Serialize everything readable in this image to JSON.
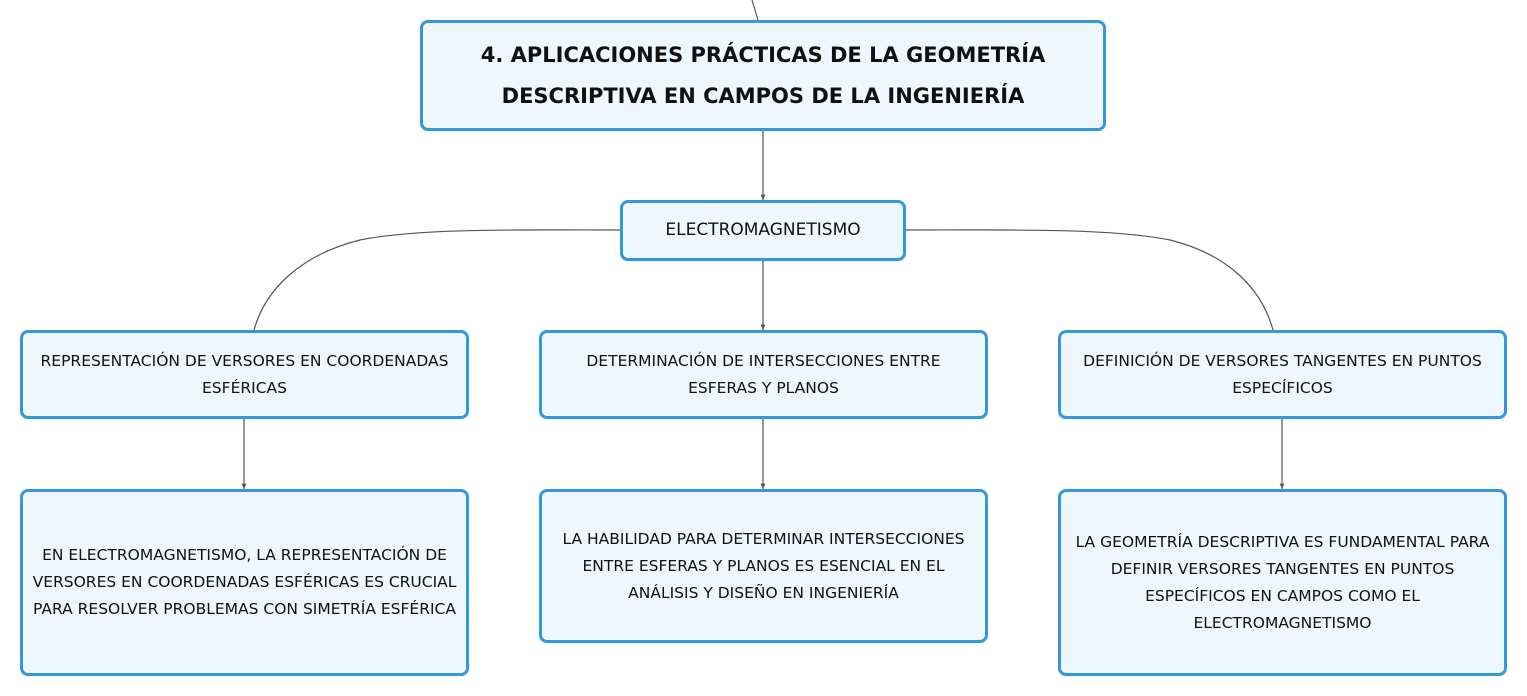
{
  "root": {
    "title": "4. APLICACIONES PRÁCTICAS DE LA GEOMETRÍA DESCRIPTIVA EN CAMPOS DE LA INGENIERÍA"
  },
  "topic": {
    "label": "ELECTROMAGNETISMO"
  },
  "branches": [
    {
      "title": "REPRESENTACIÓN DE VERSORES EN COORDENADAS ESFÉRICAS",
      "detail": "EN ELECTROMAGNETISMO, LA REPRESENTACIÓN DE VERSORES EN COORDENADAS ESFÉRICAS ES CRUCIAL PARA RESOLVER PROBLEMAS CON SIMETRÍA ESFÉRICA"
    },
    {
      "title": "DETERMINACIÓN DE INTERSECCIONES ENTRE ESFERAS Y PLANOS",
      "detail": "LA HABILIDAD PARA DETERMINAR INTERSECCIONES ENTRE ESFERAS Y PLANOS ES ESENCIAL EN EL ANÁLISIS Y DISEÑO EN INGENIERÍA"
    },
    {
      "title": "DEFINICIÓN DE VERSORES TANGENTES EN PUNTOS ESPECÍFICOS",
      "detail": "LA GEOMETRÍA DESCRIPTIVA ES FUNDAMENTAL PARA DEFINIR VERSORES TANGENTES EN PUNTOS ESPECÍFICOS EN CAMPOS COMO EL ELECTROMAGNETISMO"
    }
  ],
  "colors": {
    "node_border": "#3498db",
    "node_fill": "#eef7fd",
    "connector": "#555555"
  }
}
